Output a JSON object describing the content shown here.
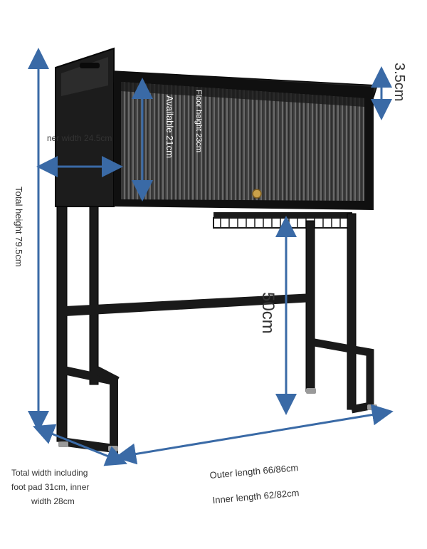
{
  "labels": {
    "inner_width": "ner width 24.5cm",
    "floor_height": "Floor height 23cm",
    "available": "Available 21cm",
    "top_gap": "3.5cm",
    "shelf_height": "50cm",
    "total_height": "Total height 79.5cm",
    "total_width": "Total width including",
    "total_width_2": "foot pad 31cm, inner",
    "total_width_3": "width 28cm",
    "outer_length": "Outer length 66/86cm",
    "inner_length": "Inner length 62/82cm"
  },
  "colors": {
    "arrow": "#3a6aa6",
    "frame": "#1a1a1a",
    "text": "#333333"
  }
}
